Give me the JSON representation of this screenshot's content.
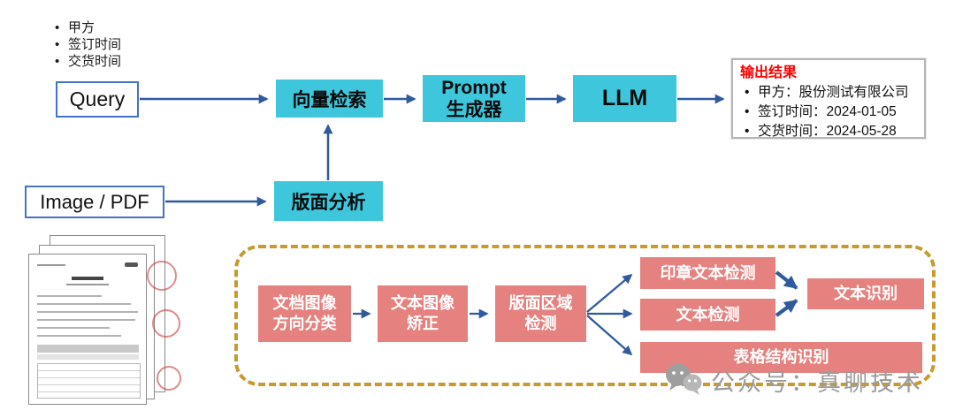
{
  "colors": {
    "cyan_node": "#3EC7DC",
    "blue_border": "#4472C4",
    "arrow_blue": "#2F5B9E",
    "salmon_node": "#E5827F",
    "dashed_gold": "#C69A2C",
    "output_title_red": "#FF0000",
    "watermark_gray": "#9B9B9B"
  },
  "rag": {
    "query_keys": [
      "甲方",
      "签订时间",
      "交货时间"
    ],
    "query": "Query",
    "vector_search": "向量检索",
    "prompt_generator": "Prompt\n生成器",
    "llm": "LLM",
    "output": {
      "title": "输出结果",
      "items": [
        "甲方：股份测试有限公司",
        "签订时间：2024-01-05",
        "交货时间：2024-05-28"
      ]
    },
    "image_pdf": "Image / PDF",
    "layout_analysis": "版面分析"
  },
  "ocr": {
    "doc_orientation": "文档图像\n方向分类",
    "text_rectification": "文本图像\n矫正",
    "layout_region_detection": "版面区域\n检测",
    "seal_text_detection": "印章文本检测",
    "text_detection": "文本检测",
    "table_structure_recognition": "表格结构识别",
    "text_recognition": "文本识别"
  },
  "watermark": {
    "text": "公众号：真聊技术",
    "icon": "wechat-icon"
  }
}
